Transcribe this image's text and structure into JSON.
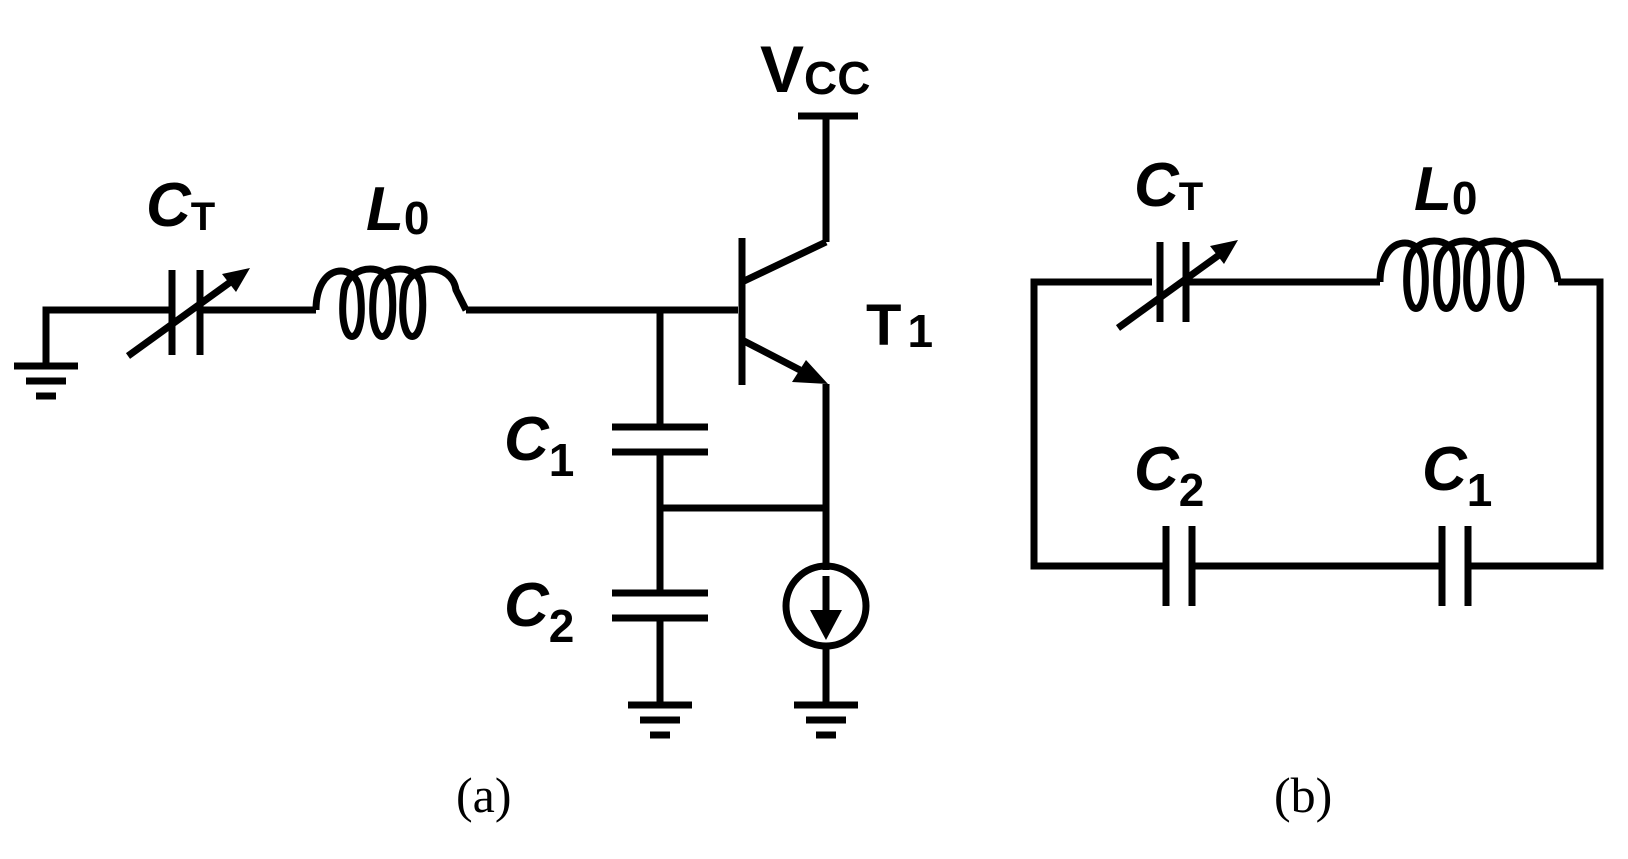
{
  "circuit_a": {
    "caption": "(a)",
    "supply": {
      "main": "V",
      "sub": "CC"
    },
    "transistor": {
      "main": "T",
      "sub": "1"
    },
    "tuning_cap": {
      "main": "C",
      "sub": "T"
    },
    "inductor": {
      "main": "L",
      "sub": "0"
    },
    "cap1": {
      "main": "C",
      "sub": "1"
    },
    "cap2": {
      "main": "C",
      "sub": "2"
    }
  },
  "circuit_b": {
    "caption": "(b)",
    "tuning_cap": {
      "main": "C",
      "sub": "T"
    },
    "inductor": {
      "main": "L",
      "sub": "0"
    },
    "cap2": {
      "main": "C",
      "sub": "2"
    },
    "cap1": {
      "main": "C",
      "sub": "1"
    }
  }
}
